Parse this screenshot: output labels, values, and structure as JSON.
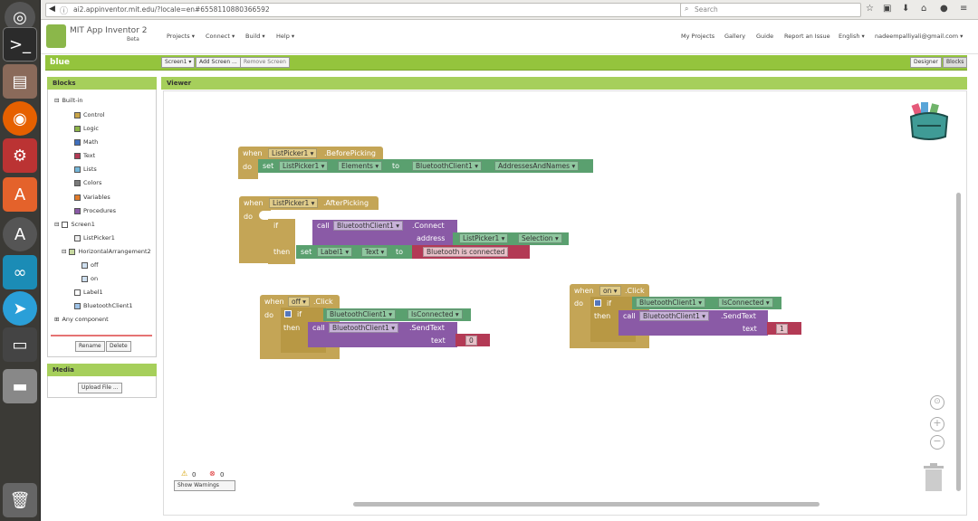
{
  "browser": {
    "url": "ai2.appinventor.mit.edu/?locale=en#6558110880366592",
    "search_placeholder": "Search"
  },
  "app": {
    "title": "MIT App Inventor 2",
    "subtitle": "Beta",
    "menus": [
      "Projects ▾",
      "Connect ▾",
      "Build ▾",
      "Help ▾"
    ],
    "right_links": [
      "My Projects",
      "Gallery",
      "Guide",
      "Report an Issue",
      "English ▾",
      "nadeempalliyali@gmail.com ▾"
    ]
  },
  "toolbar": {
    "project_name": "blue",
    "screen_select": "Screen1 ▾",
    "add_screen": "Add Screen ...",
    "remove_screen": "Remove Screen",
    "designer": "Designer",
    "blocks": "Blocks"
  },
  "blocks_panel": {
    "title": "Blocks",
    "builtin": "Built-in",
    "builtin_items": [
      {
        "label": "Control",
        "color": "#c9a548"
      },
      {
        "label": "Logic",
        "color": "#8db448"
      },
      {
        "label": "Math",
        "color": "#3f6fbd"
      },
      {
        "label": "Text",
        "color": "#b33a55"
      },
      {
        "label": "Lists",
        "color": "#74b6d9"
      },
      {
        "label": "Colors",
        "color": "#7a7a7a"
      },
      {
        "label": "Variables",
        "color": "#e17b2a"
      },
      {
        "label": "Procedures",
        "color": "#8a5aa6"
      }
    ],
    "screen": "Screen1",
    "components": [
      "ListPicker1",
      "HorizontalArrangement2",
      "off",
      "on",
      "Label1",
      "BluetoothClient1"
    ],
    "any": "Any component",
    "rename": "Rename",
    "delete": "Delete"
  },
  "media": {
    "title": "Media",
    "upload": "Upload File ..."
  },
  "viewer": {
    "title": "Viewer"
  },
  "warnings": {
    "warn_count": "0",
    "error_count": "0",
    "show": "Show Warnings"
  },
  "code": {
    "when": "when",
    "do": "do",
    "set": "set",
    "to": "to",
    "if": "if",
    "then": "then",
    "call": "call",
    "text_kw": "text",
    "address": "address",
    "b1_comp": "ListPicker1 ▾",
    "b1_event": ".BeforePicking",
    "b1_setcomp": "ListPicker1 ▾",
    "b1_prop": "Elements ▾",
    "b1_valcomp": "BluetoothClient1 ▾",
    "b1_valprop": "AddressesAndNames ▾",
    "b2_comp": "ListPicker1 ▾",
    "b2_event": ".AfterPicking",
    "b2_callcomp": "BluetoothClient1 ▾",
    "b2_method": ".Connect",
    "b2_addrcomp": "ListPicker1 ▾",
    "b2_addrprop": "Selection ▾",
    "b2_setcomp": "Label1 ▾",
    "b2_setprop": "Text ▾",
    "b2_string": "Bluetooth is connected",
    "b3_comp": "off ▾",
    "b3_event": ".Click",
    "b3_ifcomp": "BluetoothClient1 ▾",
    "b3_ifprop": "IsConnected ▾",
    "b3_callcomp": "BluetoothClient1 ▾",
    "b3_method": ".SendText",
    "b3_string": "0",
    "b4_comp": "on ▾",
    "b4_event": ".Click",
    "b4_ifcomp": "BluetoothClient1 ▾",
    "b4_ifprop": "IsConnected ▾",
    "b4_callcomp": "BluetoothClient1 ▾",
    "b4_method": ".SendText",
    "b4_string": "1"
  }
}
